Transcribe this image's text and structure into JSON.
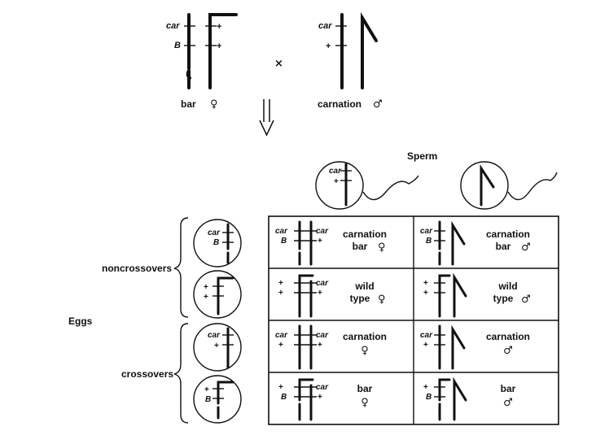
{
  "parents": {
    "female": {
      "label": "bar",
      "sex": "♀",
      "chrom1": [
        "car",
        "B"
      ],
      "chrom2": [
        "+",
        "+"
      ]
    },
    "cross_symbol": "×",
    "male": {
      "label": "carnation",
      "sex": "♂",
      "chrom1": [
        "car",
        "+"
      ]
    }
  },
  "sperm": {
    "title": "Sperm",
    "types": [
      {
        "marks": [
          "car",
          "+"
        ]
      },
      {
        "marks": []
      }
    ]
  },
  "eggs": {
    "title": "Eggs",
    "groups": [
      "noncrossovers",
      "crossovers"
    ],
    "types": [
      {
        "marks": [
          "car",
          "B"
        ]
      },
      {
        "marks": [
          "+",
          "+"
        ]
      },
      {
        "marks": [
          "car",
          "+"
        ]
      },
      {
        "marks": [
          "+",
          "B"
        ]
      }
    ]
  },
  "cells": [
    {
      "line1": "carnation",
      "line2": "bar",
      "sex": "♀",
      "left": [
        "car",
        "B"
      ],
      "right": [
        "car",
        "+"
      ]
    },
    {
      "line1": "carnation",
      "line2": "bar",
      "sex": "♂",
      "left": [
        "car",
        "B"
      ]
    },
    {
      "line1": "wild",
      "line2": "type",
      "sex": "♀",
      "left": [
        "+",
        "+"
      ],
      "right": [
        "car",
        "+"
      ]
    },
    {
      "line1": "wild",
      "line2": "type",
      "sex": "♂",
      "left": [
        "+",
        "+"
      ]
    },
    {
      "line1": "carnation",
      "line2": "",
      "sex": "♀",
      "left": [
        "car",
        "+"
      ],
      "right": [
        "car",
        "+"
      ]
    },
    {
      "line1": "carnation",
      "line2": "",
      "sex": "♂",
      "left": [
        "car",
        "+"
      ]
    },
    {
      "line1": "bar",
      "line2": "",
      "sex": "♀",
      "left": [
        "+",
        "B"
      ],
      "right": [
        "car",
        "+"
      ]
    },
    {
      "line1": "bar",
      "line2": "",
      "sex": "♂",
      "left": [
        "+",
        "B"
      ]
    }
  ]
}
